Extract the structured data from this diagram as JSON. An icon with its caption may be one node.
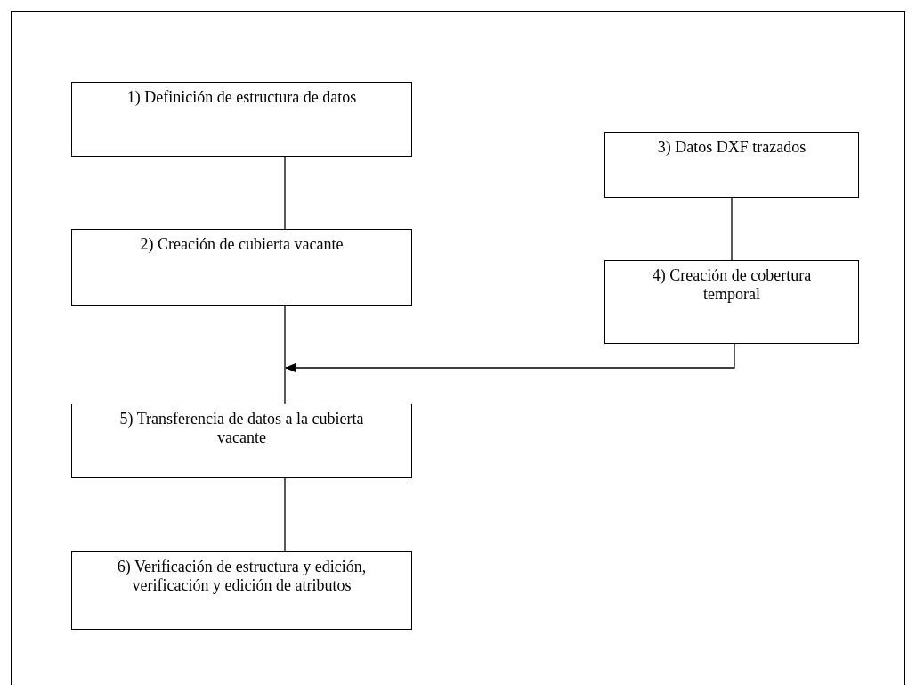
{
  "diagram": {
    "nodes": [
      {
        "text": [
          "1) Definición de estructura de datos"
        ]
      },
      {
        "text": [
          "2) Creación de cubierta vacante"
        ]
      },
      {
        "text": [
          "3) Datos DXF trazados"
        ]
      },
      {
        "text": [
          "4) Creación de cobertura temporal"
        ]
      },
      {
        "text": [
          "5) Transferencia de datos a la cubierta vacante"
        ]
      },
      {
        "text": [
          "6) Verificación de estructura y edición, verificación y edición de atributos"
        ]
      }
    ],
    "edges": [
      {
        "from": 0,
        "to": 1,
        "arrow": "none"
      },
      {
        "from": 1,
        "to": 4,
        "arrow": "none"
      },
      {
        "from": 2,
        "to": 3,
        "arrow": "none"
      },
      {
        "from": 3,
        "to": null,
        "arrow": "to"
      },
      {
        "from": 4,
        "to": 5,
        "arrow": "none"
      }
    ]
  }
}
